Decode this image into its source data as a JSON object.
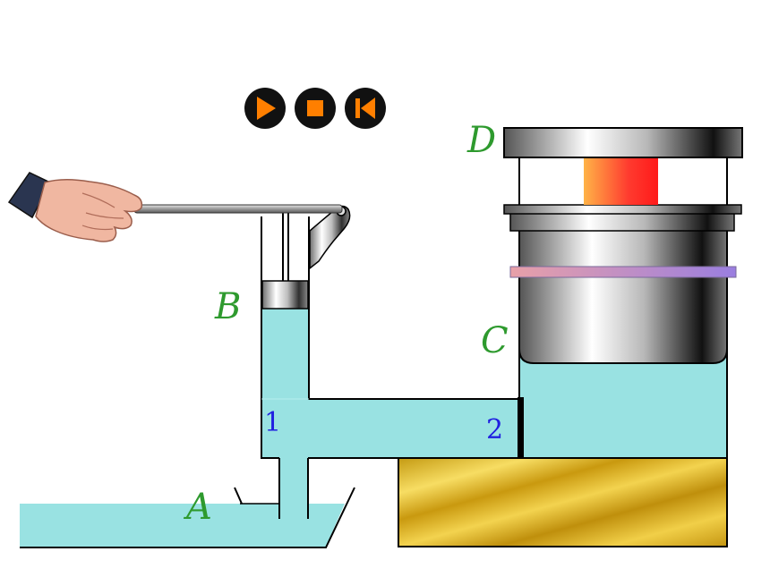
{
  "labels": {
    "A": "A",
    "B": "B",
    "C": "C",
    "D": "D",
    "port1": "1",
    "port2": "2"
  },
  "controls": [
    {
      "name": "play-button",
      "icon": "play-icon"
    },
    {
      "name": "stop-button",
      "icon": "stop-icon"
    },
    {
      "name": "rewind-button",
      "icon": "skip-back-icon"
    }
  ],
  "colors": {
    "water": "#99E2E2",
    "label_green": "#2E9A2E",
    "label_blue": "#2020E0",
    "button_bg": "#111111",
    "button_icon": "#FF7F00",
    "base_gold": "#E1B322",
    "heated_object": "#FF3030"
  }
}
